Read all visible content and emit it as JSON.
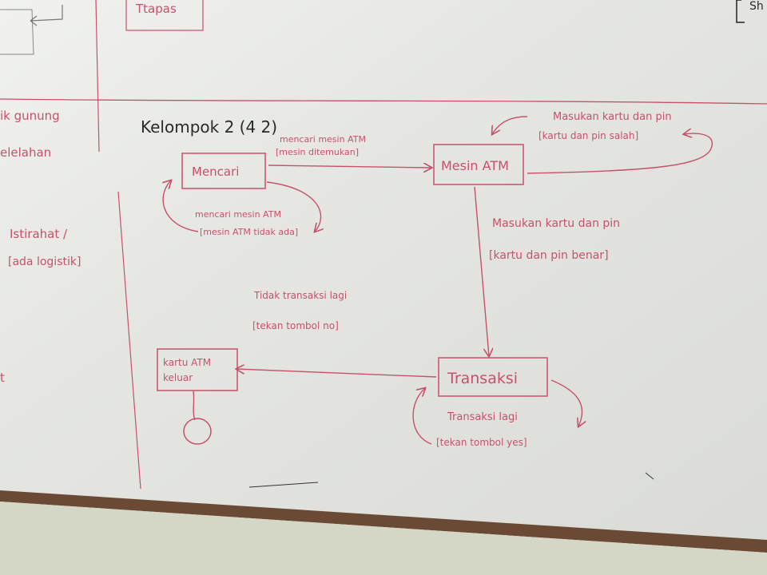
{
  "group_title": "Kelompok 2 (4 2)",
  "top_snippets": {
    "box_text": "Ttapas",
    "bracket_text": "Sh"
  },
  "left_notes": [
    "ik gunung",
    "elelahan",
    "Istirahat /",
    "[ada logistik]",
    "t"
  ],
  "states": {
    "mencari": "Mencari",
    "mesin_atm": "Mesin ATM",
    "transaksi": "Transaksi",
    "kartu_keluar_line1": "kartu ATM",
    "kartu_keluar_line2": "keluar"
  },
  "transitions": {
    "mencari_to_atm_event": "mencari mesin ATM",
    "mencari_to_atm_guard": "[mesin ditemukan]",
    "mencari_self_event": "mencari mesin ATM",
    "mencari_self_guard": "[mesin ATM tidak ada]",
    "atm_self_event": "Masukan kartu dan pin",
    "atm_self_guard": "[kartu dan pin salah]",
    "atm_to_transaksi_event": "Masukan kartu dan pin",
    "atm_to_transaksi_guard": "[kartu dan pin benar]",
    "transaksi_to_keluar_event": "Tidak transaksi lagi",
    "transaksi_to_keluar_guard": "[tekan tombol no]",
    "transaksi_self_event": "Transaksi lagi",
    "transaksi_self_guard": "[tekan tombol yes]"
  },
  "colors": {
    "ink_red": "#c8506a",
    "ink_black": "#2a2a2a",
    "board": "#e4e5e2",
    "frame": "#6b4a35"
  }
}
